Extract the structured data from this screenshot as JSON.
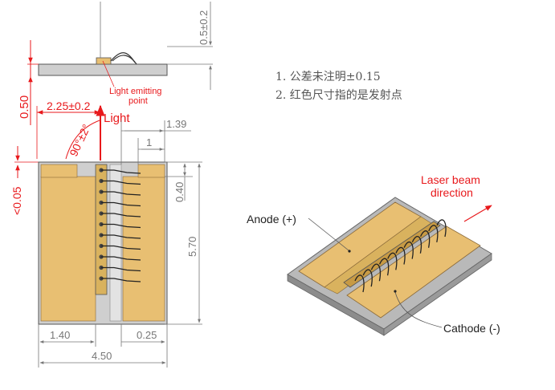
{
  "notes": [
    "1. 公差未注明±0.15",
    "2. 红色尺寸指的是发射点"
  ],
  "dimensions": {
    "side_height": "0.5±0.2",
    "emitter_height": "0.50",
    "emitter_offset": "2.25±0.2",
    "beam_angle": "90°±2°",
    "edge_tolerance": "<0.05",
    "offset_1_39": "1.39",
    "offset_1": "1",
    "top_gap": "0.40",
    "height": "5.70",
    "left_width": "1.40",
    "right_gap": "0.25",
    "total_width": "4.50"
  },
  "labels": {
    "light": "Light",
    "light_emitting_point": [
      "Light emitting",
      "point"
    ],
    "anode": "Anode (+)",
    "cathode": "Cathode (-)",
    "laser_beam_direction": [
      "Laser beam",
      "direction"
    ]
  },
  "colors": {
    "gold": "#e8bf72",
    "red": "#e8191c",
    "gray": "#a8a8a8"
  }
}
